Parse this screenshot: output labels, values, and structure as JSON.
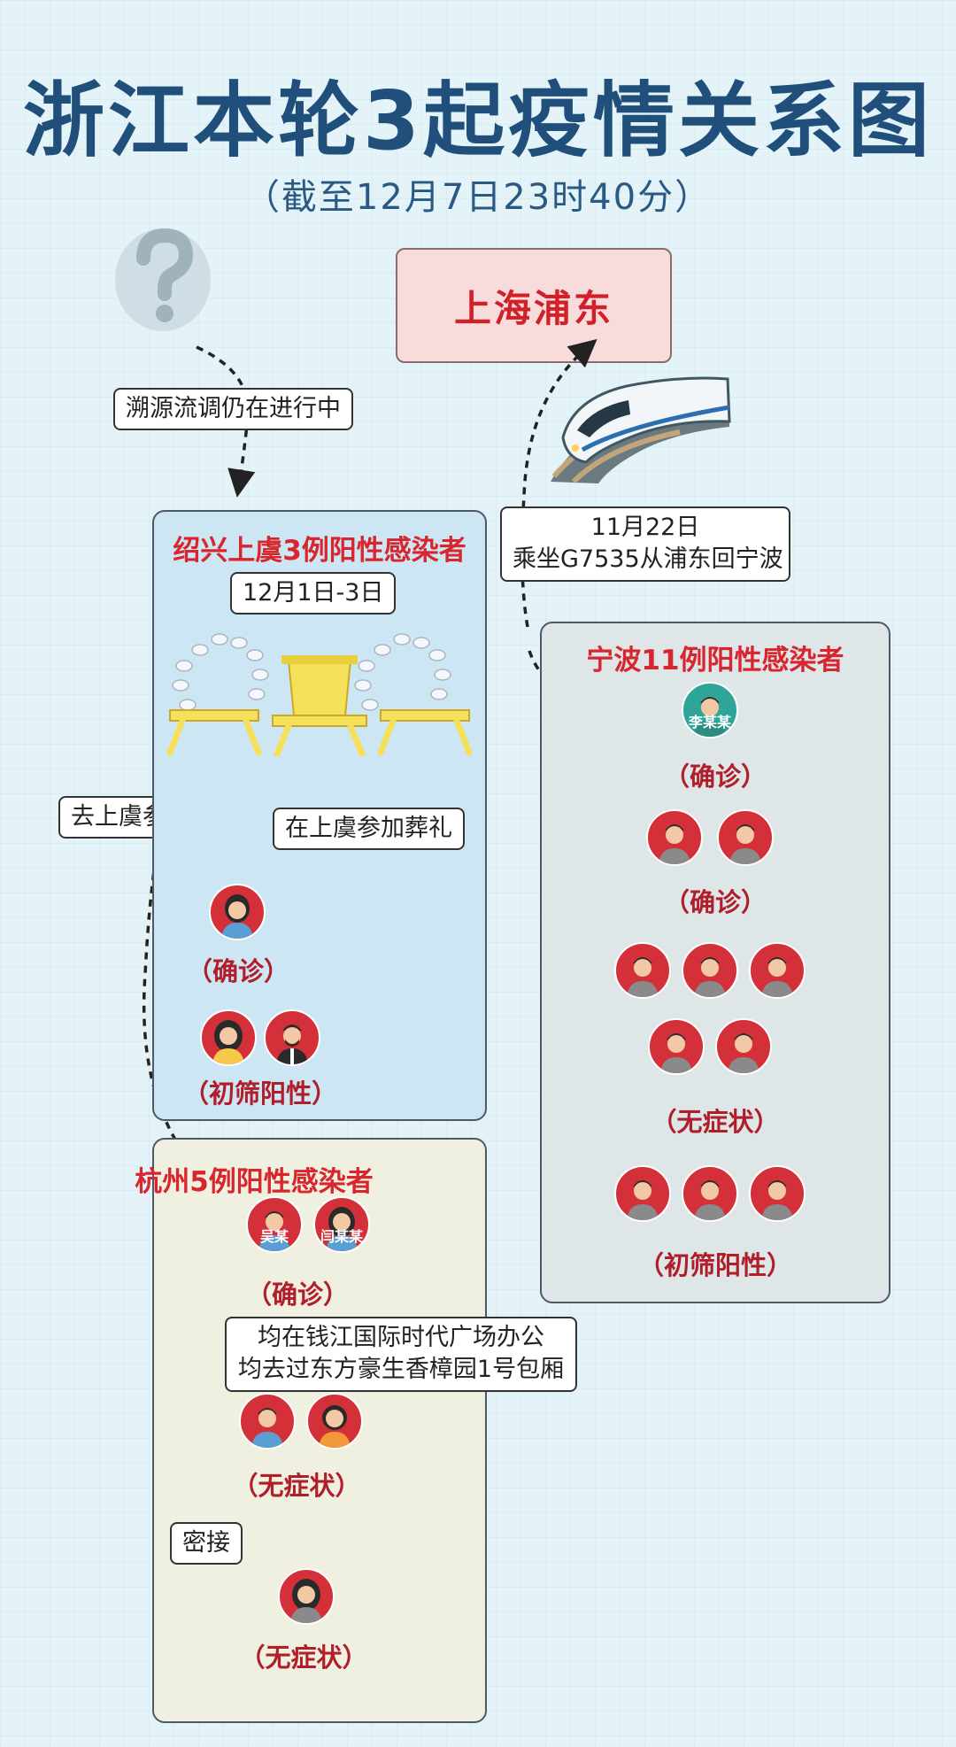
{
  "header": {
    "title": "浙江本轮3起疫情关系图",
    "subtitle": "（截至12月7日23时40分）"
  },
  "shanghai": {
    "label": "上海浦东"
  },
  "train_note": {
    "line1": "11月22日",
    "line2": "乘坐G7535从浦东回宁波"
  },
  "trace_note": "溯源流调仍在进行中",
  "shaoxing": {
    "title": "绍兴上虞3例阳性感染者",
    "date": "12月1日-3日",
    "attend_local": "在上虞参加葬礼",
    "attend_travel": "去上虞参加葬礼",
    "status_confirmed": "（确诊）",
    "status_initial": "（初筛阳性）"
  },
  "hangzhou": {
    "title": "杭州5例阳性感染者",
    "person_a": "吴某",
    "person_b": "闫某某",
    "status_confirmed": "（确诊）",
    "office_line1": "均在钱江国际时代广场办公",
    "office_line2": "均去过东方豪生香樟园1号包厢",
    "status_asymptomatic_1": "（无症状）",
    "close_contact": "密接",
    "status_asymptomatic_2": "（无症状）"
  },
  "ningbo": {
    "title": "宁波11例阳性感染者",
    "person_li": "李某某",
    "status_confirmed_1": "（确诊）",
    "status_confirmed_2": "（确诊）",
    "status_asymptomatic": "（无症状）",
    "status_initial": "（初筛阳性）"
  },
  "colors": {
    "accent_red": "#d8262e",
    "title_blue": "#1f4f7a",
    "person_red": "#d4303a",
    "shaoxing_bg": "#cde6f4",
    "hangzhou_bg": "#f0f0e1",
    "ningbo_bg": "#dfe6e8"
  }
}
